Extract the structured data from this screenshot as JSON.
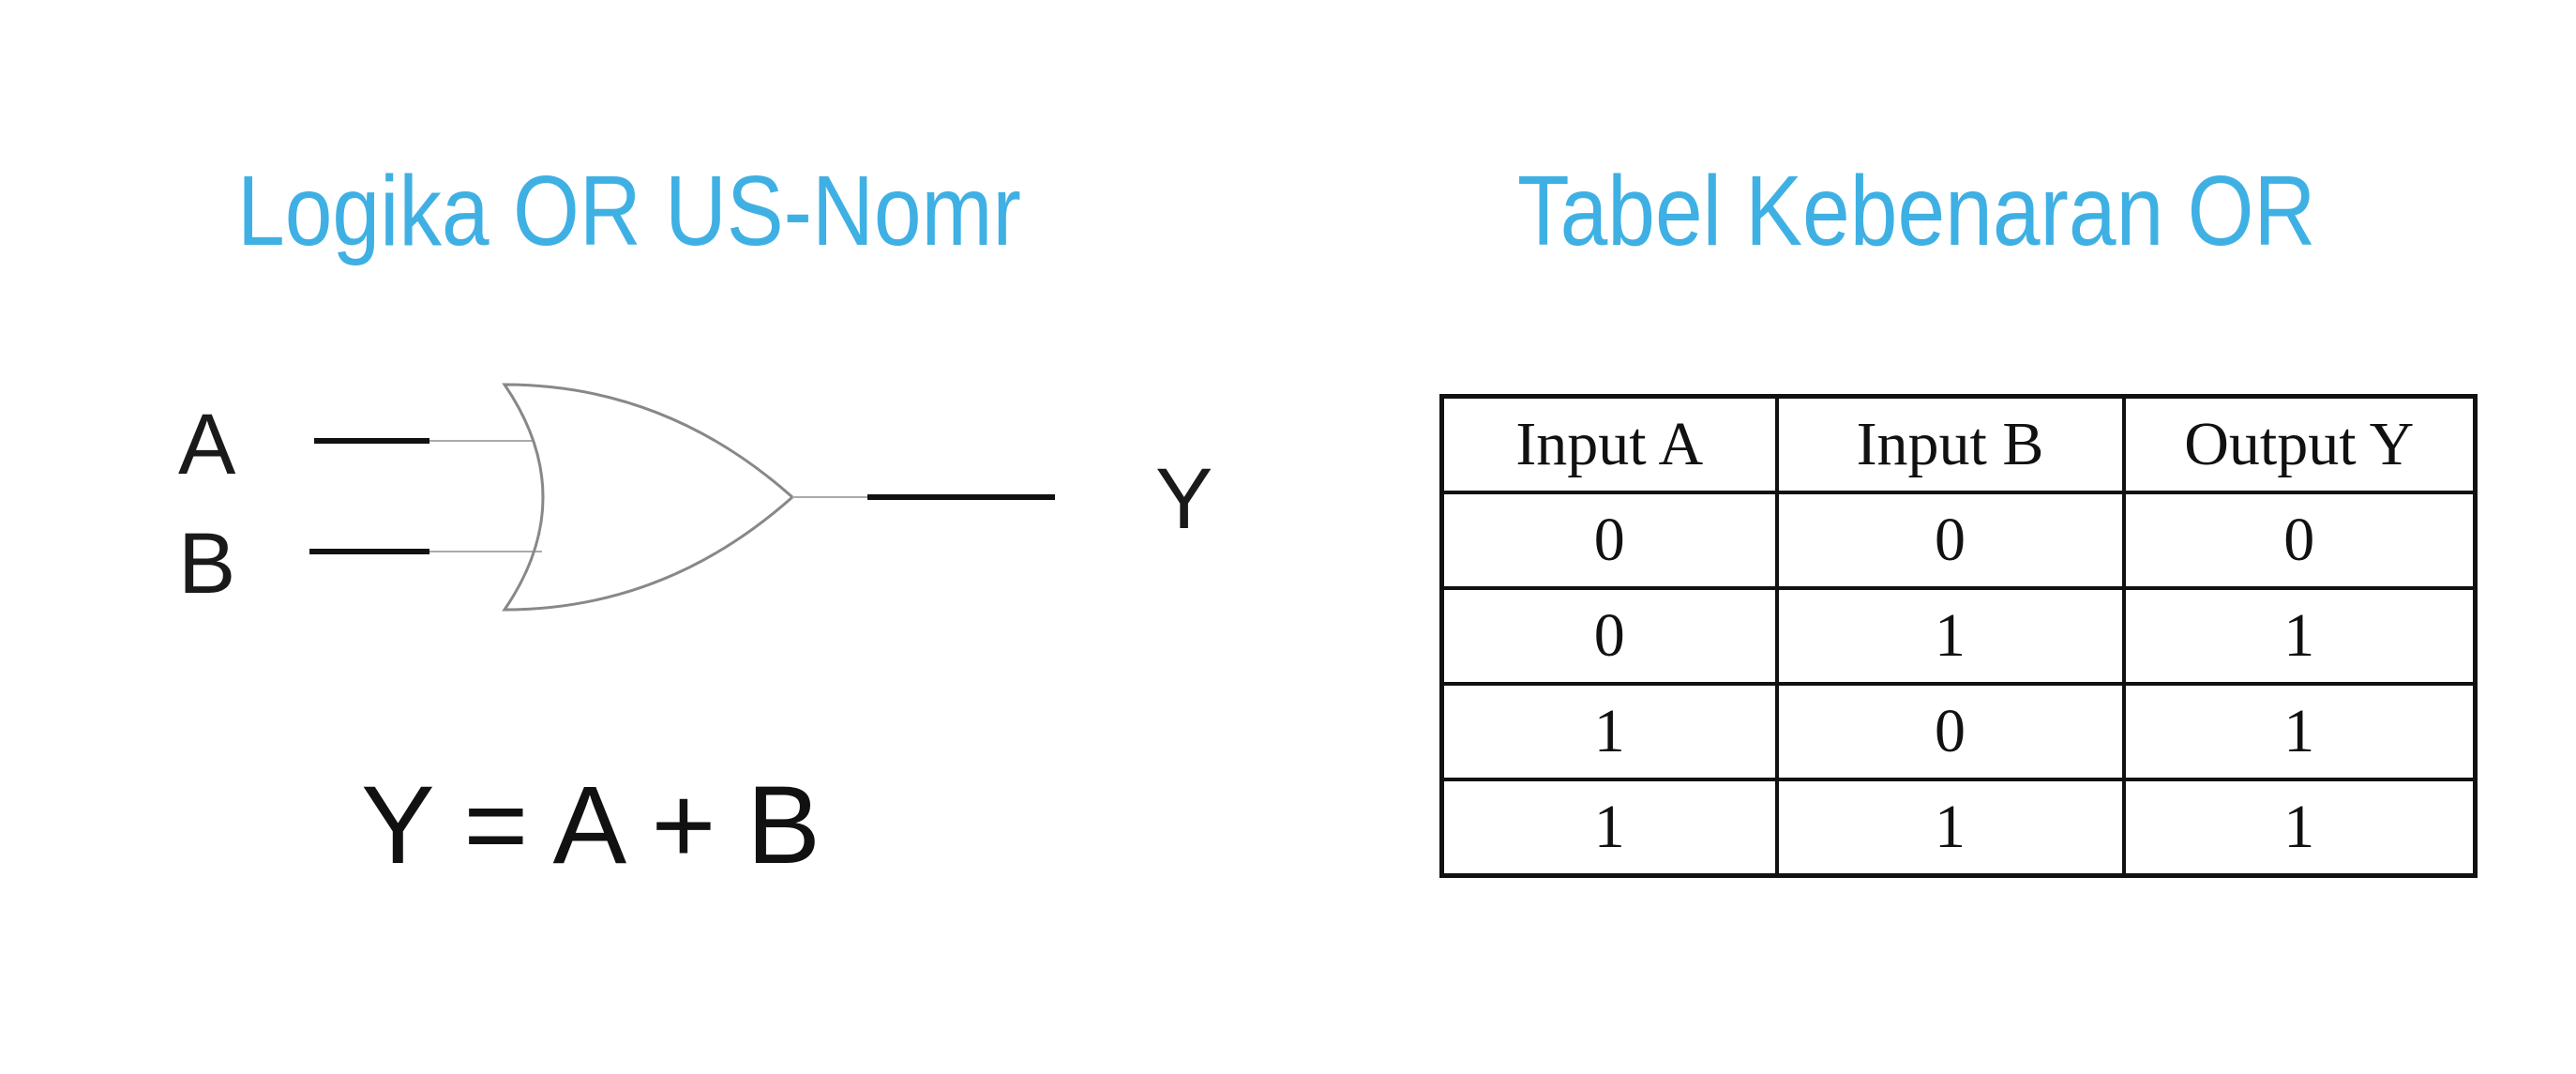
{
  "left_title": "Logika OR US-Nomr",
  "right_title": "Tabel Kebenaran OR",
  "colors": {
    "title": "#3fb0e3",
    "line": "#111111",
    "gate_outline": "#888888"
  },
  "gate": {
    "input_a": "A",
    "input_b": "B",
    "output": "Y",
    "equation": "Y = A + B"
  },
  "truth_table": {
    "headers": [
      "Input A",
      "Input B",
      "Output Y"
    ],
    "rows": [
      [
        "0",
        "0",
        "0"
      ],
      [
        "0",
        "1",
        "1"
      ],
      [
        "1",
        "0",
        "1"
      ],
      [
        "1",
        "1",
        "1"
      ]
    ]
  }
}
